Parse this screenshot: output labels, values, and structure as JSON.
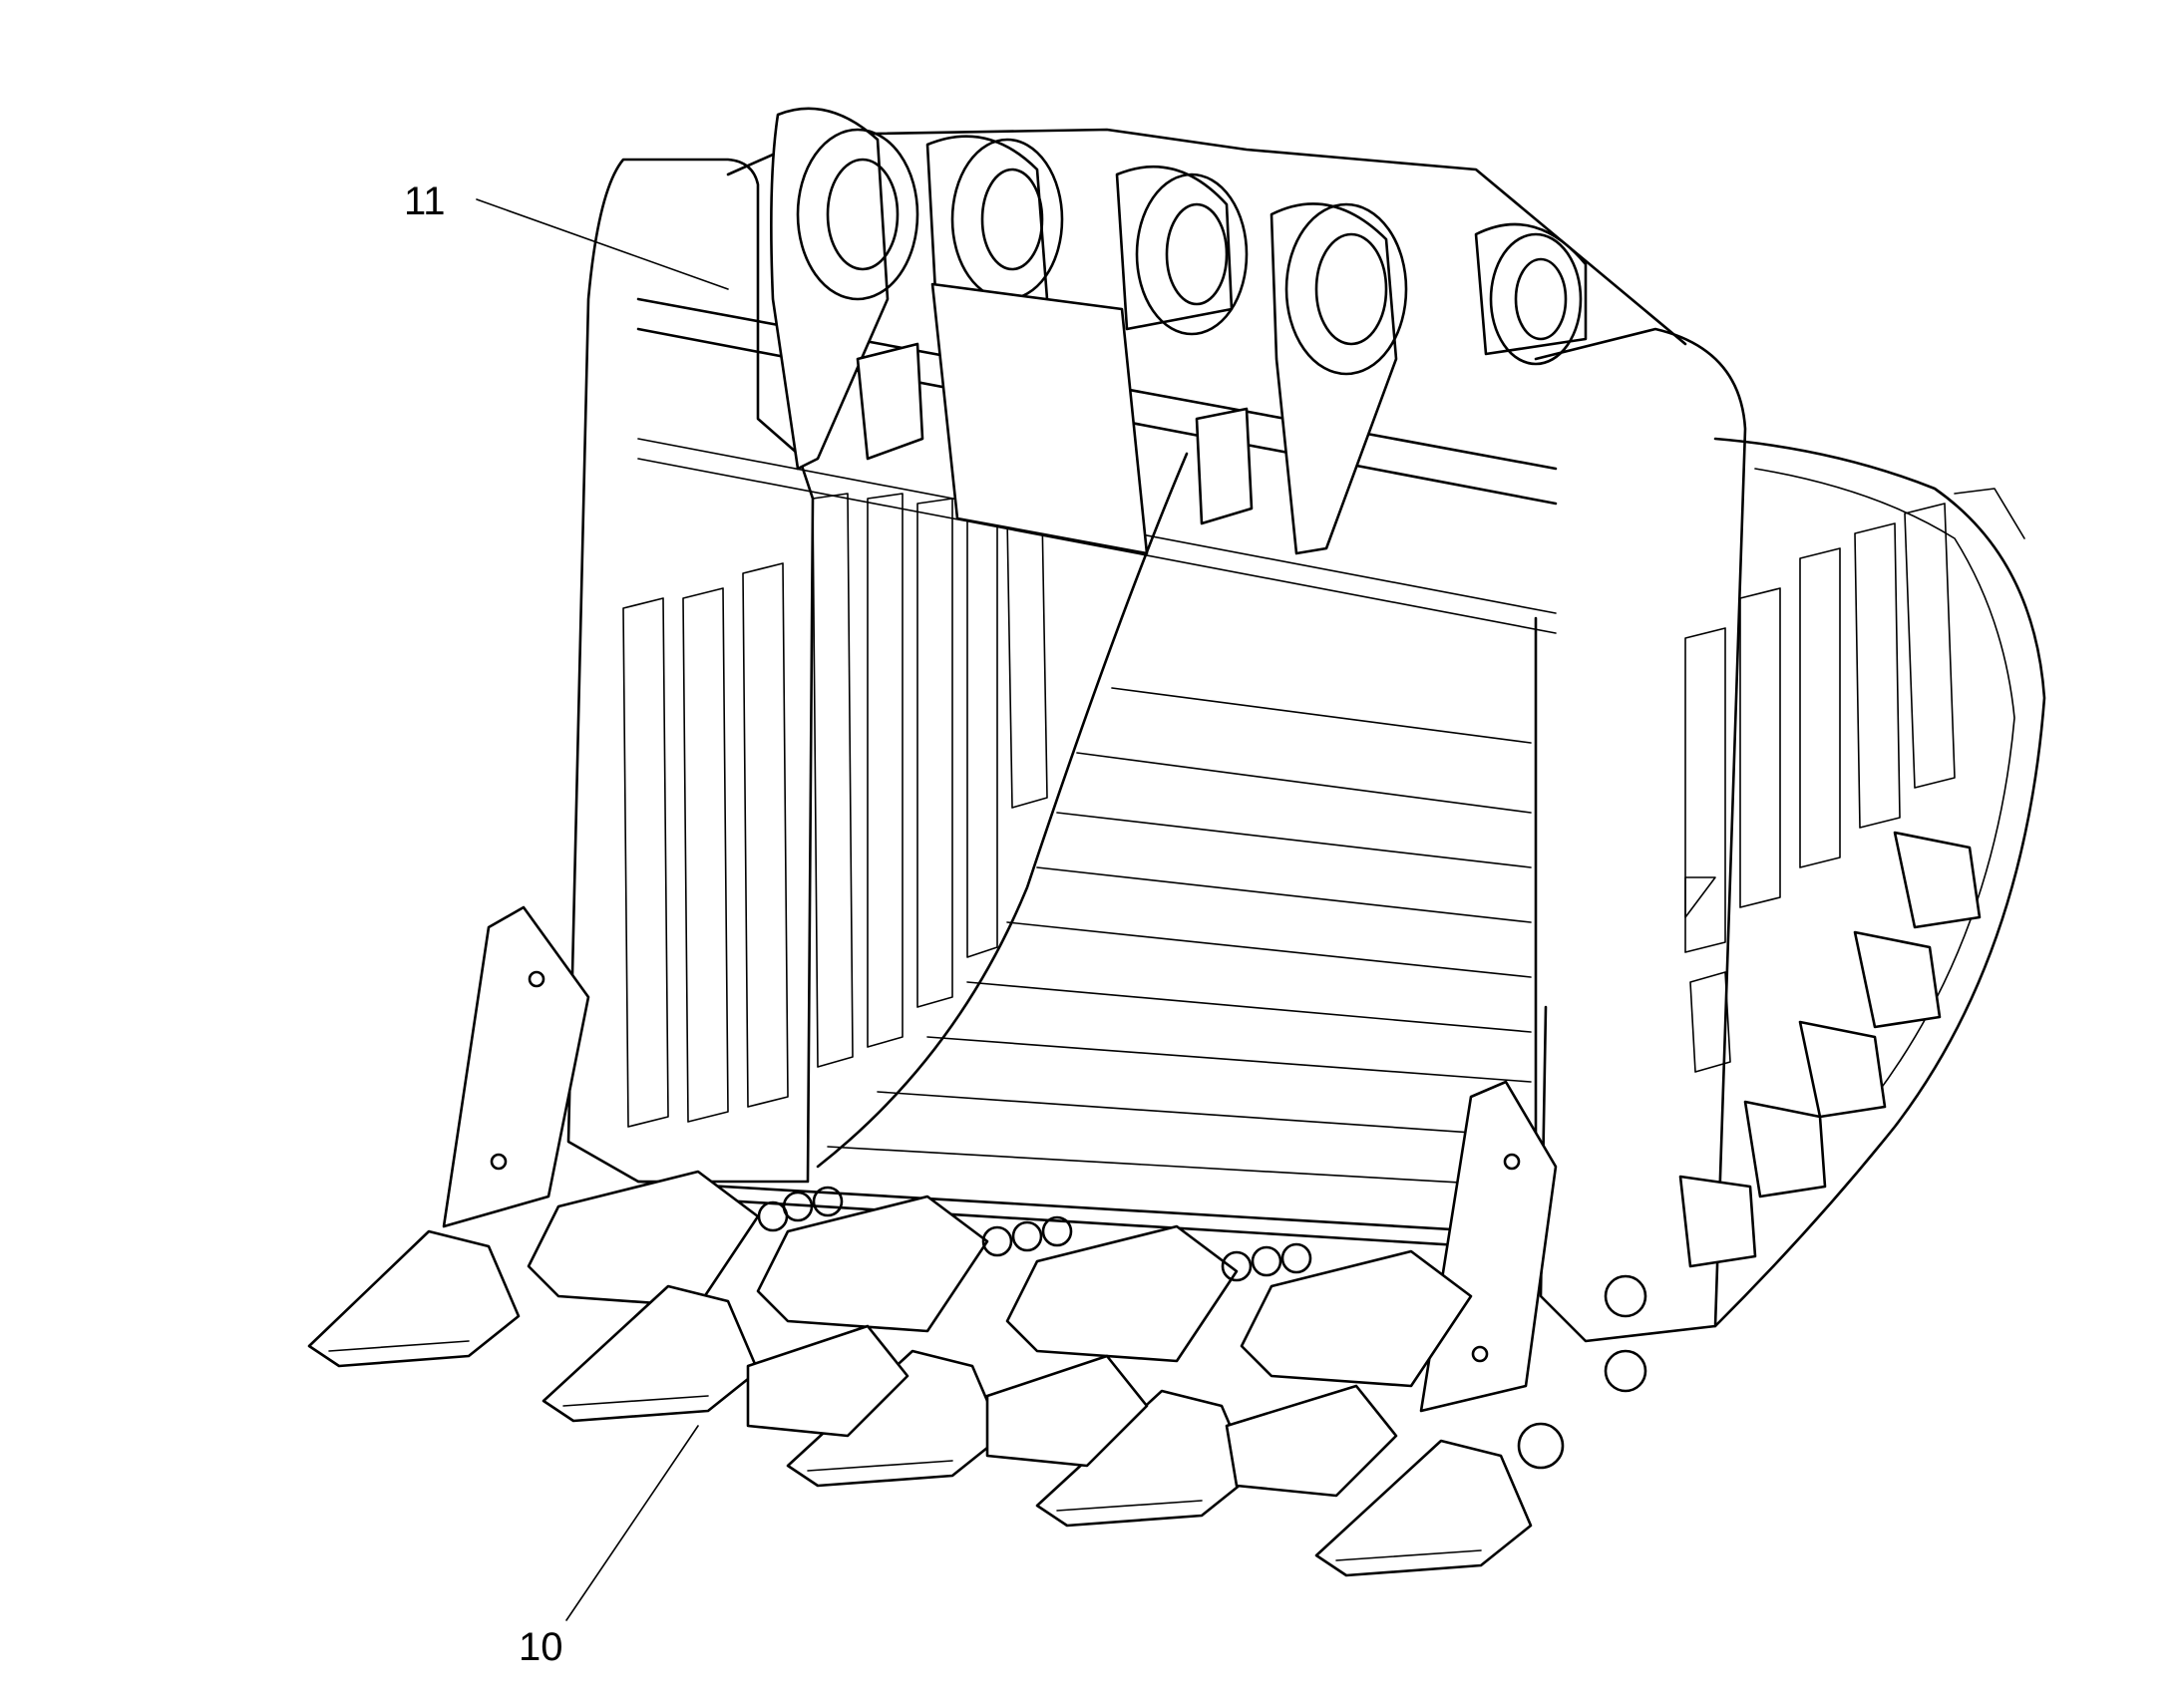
{
  "figure": {
    "reference_numerals": [
      {
        "id": "ref-11",
        "text": "11",
        "target": "bucket-shell"
      },
      {
        "id": "ref-10",
        "text": "10",
        "target": "tooth-system"
      }
    ]
  },
  "colors": {
    "line": "#000000",
    "background": "#ffffff"
  }
}
